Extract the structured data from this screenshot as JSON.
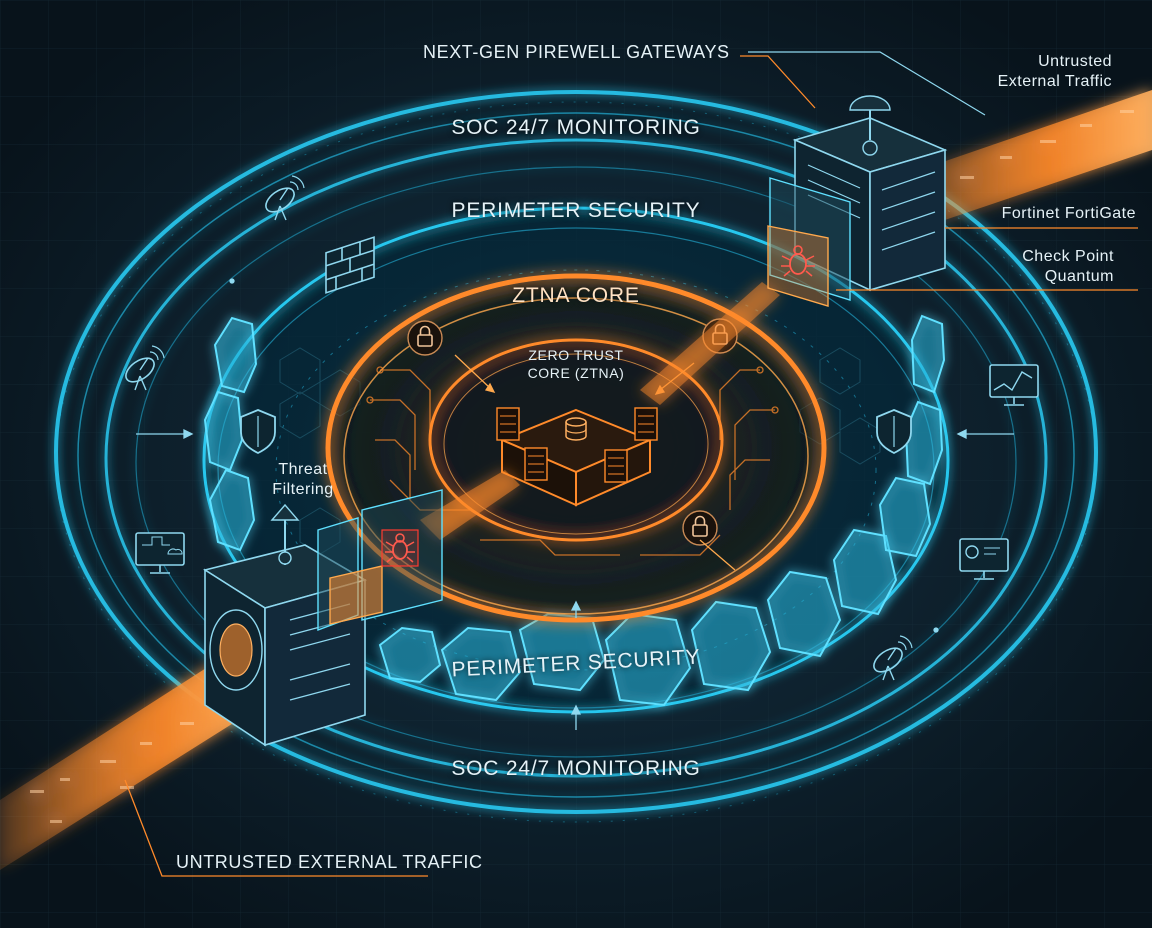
{
  "labels": {
    "top_callout": "NEXT-GEN PIREWELL GATEWAYS",
    "untrusted_top_line1": "Untrusted",
    "untrusted_top_line2": "External Traffic",
    "fortinet": "Fortinet FortiGate",
    "checkpoint_line1": "Check Point",
    "checkpoint_line2": "Quantum",
    "soc_top": "SOC 24/7 MONITORING",
    "perimeter_top": "PERIMETER SECURITY",
    "ztna_core": "ZTNA CORE",
    "zero_trust_line1": "ZERO TRUST",
    "zero_trust_line2": "CORE (ZTNA)",
    "threat_line1": "Threat",
    "threat_line2": "Filtering",
    "perimeter_bottom": "PERIMETER SECURITY",
    "soc_bottom": "SOC 24/7 MONITORING",
    "bottom_callout": "UNTRUSTED EXTERNAL TRAFFIC"
  },
  "icons": {
    "lock": "lock-icon",
    "shield": "shield-icon",
    "brick_wall": "brick-wall-icon",
    "satellite_dish": "satellite-dish-icon",
    "monitor": "monitor-icon",
    "server": "server-icon",
    "bug": "bug-icon",
    "database": "database-icon"
  },
  "colors": {
    "background": "#0b1822",
    "cyan": "#27c7ee",
    "orange": "#ff8a2a",
    "threat_red": "#ff3b30",
    "text": "#e6f2f7"
  }
}
